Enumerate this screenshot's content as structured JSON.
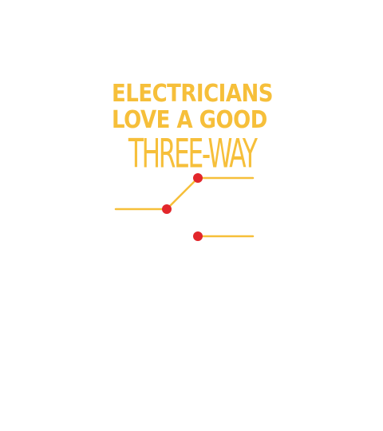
{
  "design": {
    "headline": {
      "line1": "ELECTRICIANS",
      "line2": "LOVE A GOOD",
      "line3": "THREE-WAY"
    },
    "colors": {
      "text": "#f6bf3a",
      "wire": "#f6bf3a",
      "terminal": "#e2262b",
      "background": "#ffffff"
    }
  }
}
